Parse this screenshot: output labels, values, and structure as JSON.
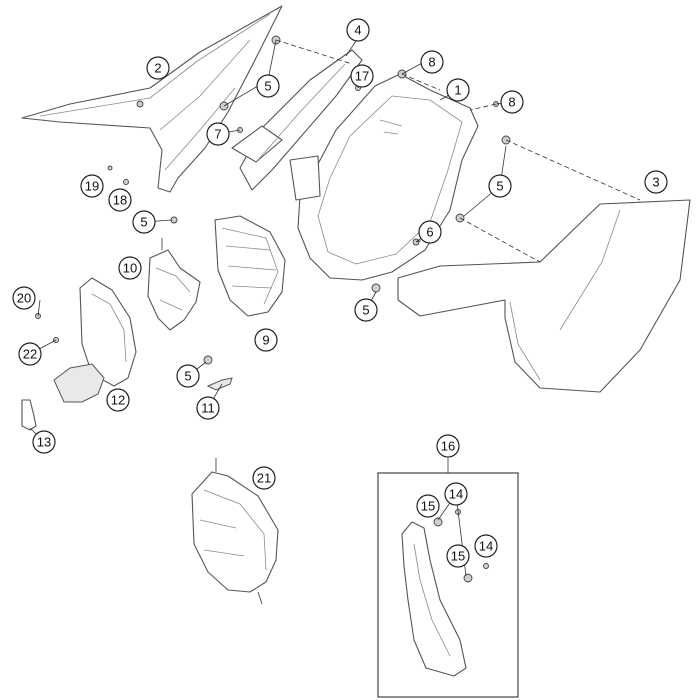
{
  "diagram": {
    "callouts": [
      "1",
      "2",
      "3",
      "4",
      "5",
      "6",
      "7",
      "8",
      "9",
      "10",
      "11",
      "12",
      "13",
      "14",
      "15",
      "16",
      "17",
      "18",
      "19",
      "20",
      "21",
      "22"
    ]
  }
}
